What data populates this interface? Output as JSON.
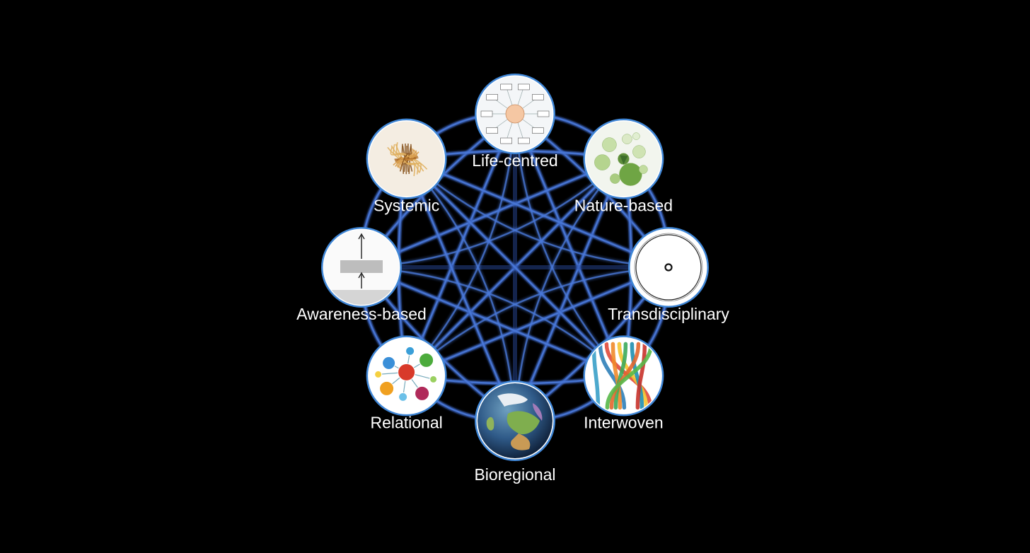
{
  "diagram": {
    "colors": {
      "background": "#000000",
      "edge": "#4a78d8",
      "edge_glow": "#2c4fa8",
      "node_ring": "#3f86d6",
      "label": "#ffffff"
    },
    "nodes": [
      {
        "id": "life-centred",
        "label": "Life-centred",
        "icon": "shared-purpose-mindmap-icon"
      },
      {
        "id": "nature-based",
        "label": "Nature-based",
        "icon": "green-bubbles-icon"
      },
      {
        "id": "transdisciplinary",
        "label": "Transdisciplinary",
        "icon": "circle-in-circle-icon"
      },
      {
        "id": "interwoven",
        "label": "Interwoven",
        "icon": "colored-strands-icon"
      },
      {
        "id": "bioregional",
        "label": "Bioregional",
        "icon": "earth-globe-icon"
      },
      {
        "id": "relational",
        "label": "Relational",
        "icon": "molecule-network-icon"
      },
      {
        "id": "awareness-based",
        "label": "Awareness-based",
        "icon": "process-sketch-icon"
      },
      {
        "id": "systemic",
        "label": "Systemic",
        "icon": "spaghetti-icon"
      }
    ]
  }
}
